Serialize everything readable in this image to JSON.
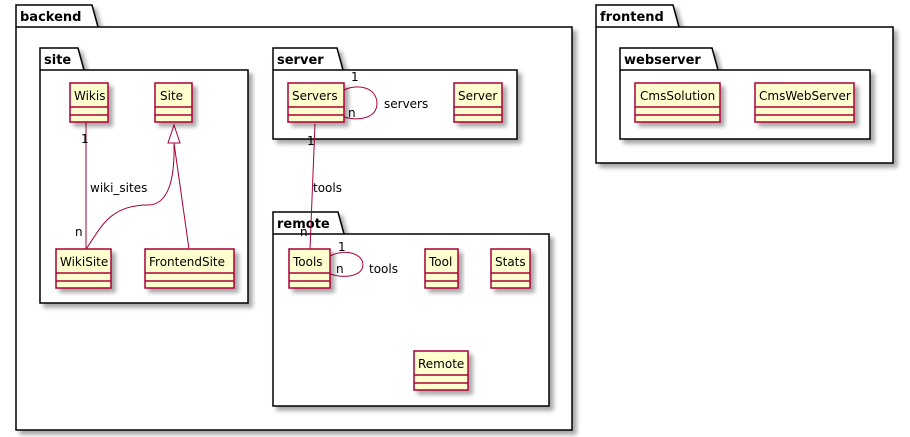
{
  "diagram": {
    "packages": {
      "backend": "backend",
      "frontend": "frontend",
      "site": "site",
      "server": "server",
      "remote": "remote",
      "webserver": "webserver"
    },
    "classes": {
      "wikis": "Wikis",
      "site": "Site",
      "wikisite": "WikiSite",
      "frontendsite": "FrontendSite",
      "servers": "Servers",
      "server": "Server",
      "tools": "Tools",
      "tool": "Tool",
      "stats": "Stats",
      "remote": "Remote",
      "cmssolution": "CmsSolution",
      "cmswebserver": "CmsWebServer"
    },
    "relations": {
      "wiki_sites": {
        "label": "wiki_sites",
        "mult_from": "1",
        "mult_to": "n"
      },
      "servers_self": {
        "label": "servers",
        "mult_from": "1",
        "mult_to": "n"
      },
      "tools_link": {
        "label": "tools",
        "mult_from": "1",
        "mult_to": "n"
      },
      "tools_self": {
        "label": "tools",
        "mult_from": "1",
        "mult_to": "n"
      }
    },
    "colors": {
      "class_fill": "#FEFECE",
      "class_border": "#A80036",
      "package_fill": "#FFFFFF",
      "package_border": "#000000",
      "shadow": "#CFCFCF"
    }
  }
}
